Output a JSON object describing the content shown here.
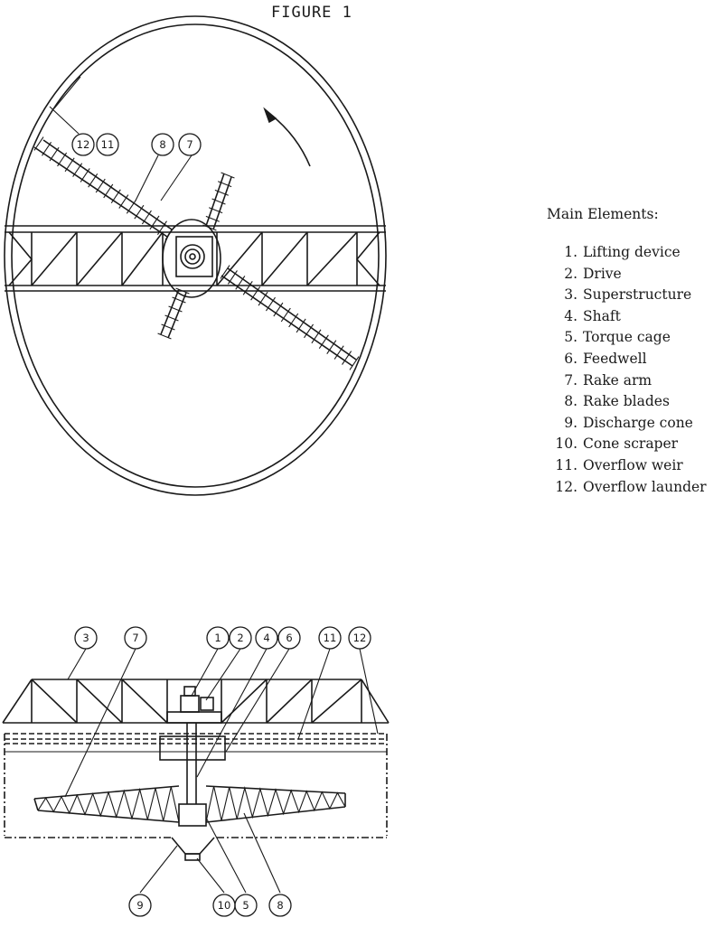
{
  "figure": {
    "title": "FIGURE 1"
  },
  "legend": {
    "title": "Main Elements:",
    "items": [
      {
        "num": "1.",
        "label": "Lifting device"
      },
      {
        "num": "2.",
        "label": "Drive"
      },
      {
        "num": "3.",
        "label": "Superstructure"
      },
      {
        "num": "4.",
        "label": "Shaft"
      },
      {
        "num": "5.",
        "label": "Torque cage"
      },
      {
        "num": "6.",
        "label": "Feedwell"
      },
      {
        "num": "7.",
        "label": "Rake arm"
      },
      {
        "num": "8.",
        "label": "Rake blades"
      },
      {
        "num": "9.",
        "label": "Discharge cone"
      },
      {
        "num": "10.",
        "label": "Cone scraper"
      },
      {
        "num": "11.",
        "label": "Overflow weir"
      },
      {
        "num": "12.",
        "label": "Overflow launder"
      }
    ]
  },
  "plan_view": {
    "callouts": [
      "12",
      "11",
      "8",
      "7"
    ]
  },
  "section_view": {
    "top_callouts": [
      "3",
      "7",
      "1",
      "2",
      "4",
      "6",
      "11",
      "12"
    ],
    "bottom_callouts": [
      "9",
      "10",
      "5",
      "8"
    ]
  }
}
